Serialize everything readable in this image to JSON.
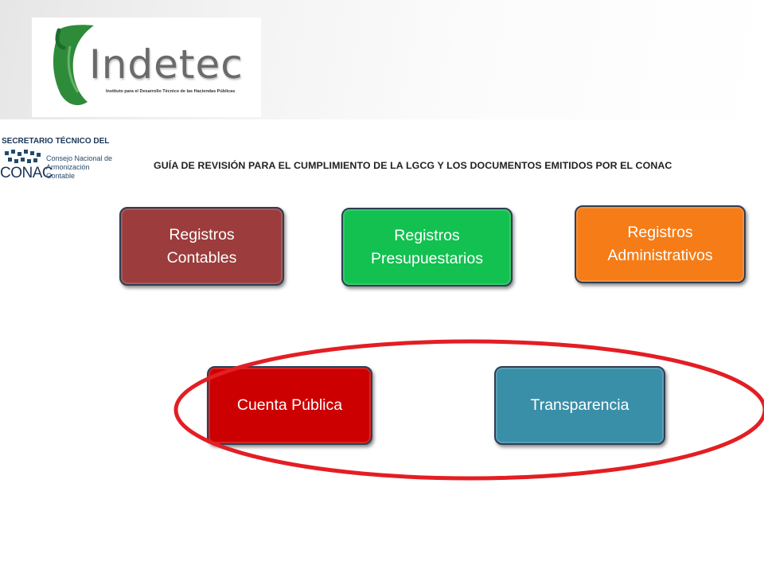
{
  "header": {
    "logo_word": "Indetec",
    "logo_subtitle": "Instituto para el Desarrollo Técnico de las Haciendas Públicas"
  },
  "conac": {
    "line1": "SECRETARIO TÉCNICO DEL",
    "word": "CONAC",
    "side_text": "Consejo Nacional de Armonización Contable"
  },
  "main": {
    "title": "GUÍA DE REVISIÓN PARA EL CUMPLIMIENTO DE LA LGCG Y LOS DOCUMENTOS EMITIDOS POR EL CONAC",
    "buttons": [
      {
        "label": "Registros\nContables",
        "color": "#9c3c3c"
      },
      {
        "label": "Registros\nPresupuestarios",
        "color": "#12c150"
      },
      {
        "label": "Registros\nAdministrativos",
        "color": "#f57c17"
      },
      {
        "label": "Cuenta Pública",
        "color": "#cc0000"
      },
      {
        "label": "Transparencia",
        "color": "#3a8fa8"
      }
    ]
  },
  "colors": {
    "highlight": "#e31e24",
    "logo_green": "#2e8b3a"
  },
  "icons": [
    "indetec-leaf-icon",
    "conac-dots-icon"
  ]
}
